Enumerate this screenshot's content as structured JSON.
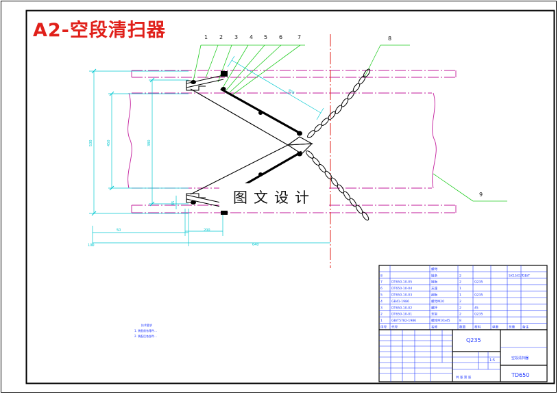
{
  "title": "A2-空段清扫器",
  "watermark": "图文设计",
  "balloons": [
    "1",
    "2",
    "3",
    "4",
    "5",
    "6",
    "7",
    "8",
    "9"
  ],
  "dims": {
    "top_vertical_1": "530",
    "top_vertical_2": "450",
    "top_vertical_3": "380",
    "small_vertical": "85",
    "diag": "928",
    "left_50": "50",
    "left_100": "100",
    "left_200": "200",
    "left_640": "640"
  },
  "notes": {
    "heading": "技术要求",
    "line1": "1. 装配前各零件...",
    "line2": "2. 装配后各部件..."
  },
  "bom": {
    "rows": [
      {
        "no": "",
        "code": "",
        "name": "螺母",
        "qty": "",
        "material": "",
        "w1": "",
        "w2": "",
        "remark": ""
      },
      {
        "no": "8",
        "code": "",
        "name": "链条",
        "qty": "2",
        "material": "",
        "w1": "",
        "w2": "5X15X17",
        "remark": "GB/T"
      },
      {
        "no": "7",
        "code": "DT650-10-05",
        "name": "链板",
        "qty": "2",
        "material": "Q235",
        "w1": "",
        "w2": "",
        "remark": ""
      },
      {
        "no": "6",
        "code": "DT650-10-04",
        "name": "支座",
        "qty": "1",
        "material": "",
        "w1": "",
        "w2": "",
        "remark": ""
      },
      {
        "no": "5",
        "code": "DT650-10-03",
        "name": "刮板",
        "qty": "1",
        "material": "Q235",
        "w1": "",
        "w2": "",
        "remark": ""
      },
      {
        "no": "4",
        "code": "GB41-1986",
        "name": "螺母M20",
        "qty": "2",
        "material": "",
        "w1": "",
        "w2": "",
        "remark": ""
      },
      {
        "no": "3",
        "code": "DT650-10-02",
        "name": "螺杆",
        "qty": "2",
        "material": "45",
        "w1": "",
        "w2": "",
        "remark": ""
      },
      {
        "no": "2",
        "code": "DT650-10-01",
        "name": "支架",
        "qty": "2",
        "material": "Q235",
        "w1": "",
        "w2": "",
        "remark": ""
      },
      {
        "no": "1",
        "code": "GB/T5782-1986",
        "name": "螺栓M10x45",
        "qty": "8",
        "material": "",
        "w1": "",
        "w2": "",
        "remark": ""
      }
    ],
    "header": {
      "no": "序号",
      "code": "代号",
      "name": "名称",
      "qty": "数量",
      "material": "材料",
      "w1": "单重",
      "w2": "总重",
      "remark": "备注"
    }
  },
  "titleblock": {
    "material": "Q235",
    "drawing_name": "空段清扫器",
    "drawing_no": "TD650",
    "scale": "1:5",
    "sheet": "共 张 第 张"
  },
  "colors": {
    "frame": "#000000",
    "centerline": "#c2199a",
    "axis_red": "#e0201a",
    "dimension": "#00c8d0",
    "leader": "#22cc22",
    "part": "#000000",
    "table": "#1a33ff"
  }
}
